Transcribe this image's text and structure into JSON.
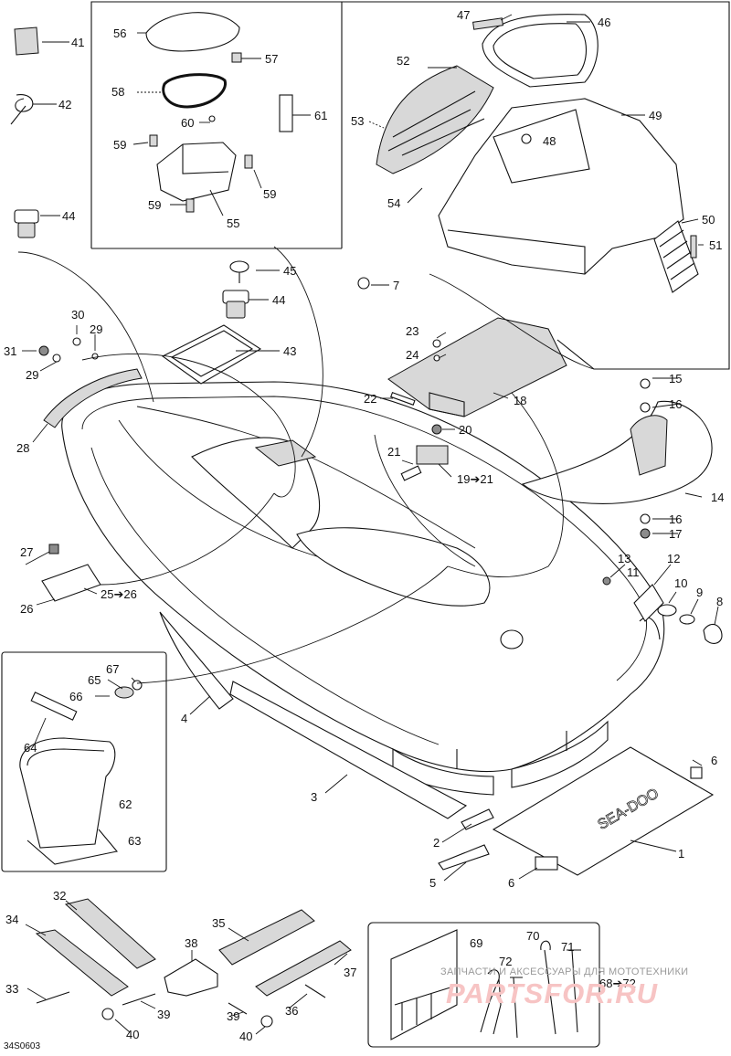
{
  "labels": {
    "n1": "1",
    "n2": "2",
    "n3": "3",
    "n4": "4",
    "n5": "5",
    "n6a": "6",
    "n6b": "6",
    "n7": "7",
    "n8": "8",
    "n9": "9",
    "n10": "10",
    "n11": "11",
    "n12": "12",
    "n13": "13",
    "n14": "14",
    "n15": "15",
    "n16a": "16",
    "n16b": "16",
    "n17": "17",
    "n18": "18",
    "n19to21": "19➔21",
    "n20": "20",
    "n21": "21",
    "n22": "22",
    "n23": "23",
    "n24": "24",
    "n25to26": "25➔26",
    "n26": "26",
    "n27": "27",
    "n28": "28",
    "n29a": "29",
    "n29b": "29",
    "n30": "30",
    "n31": "31",
    "n32": "32",
    "n33": "33",
    "n34": "34",
    "n35": "35",
    "n36": "36",
    "n37": "37",
    "n38": "38",
    "n39a": "39",
    "n39b": "39",
    "n40a": "40",
    "n40b": "40",
    "n41": "41",
    "n42": "42",
    "n43": "43",
    "n44a": "44",
    "n44b": "44",
    "n45": "45",
    "n46": "46",
    "n47": "47",
    "n48": "48",
    "n49": "49",
    "n50": "50",
    "n51": "51",
    "n52": "52",
    "n53": "53",
    "n54": "54",
    "n55": "55",
    "n56": "56",
    "n57": "57",
    "n58": "58",
    "n59a": "59",
    "n59b": "59",
    "n59c": "59",
    "n60": "60",
    "n61": "61",
    "n62": "62",
    "n63": "63",
    "n64": "64",
    "n65": "65",
    "n66": "66",
    "n67": "67",
    "n68to72": "68➔72",
    "n69": "69",
    "n70": "70",
    "n71": "71",
    "n72": "72"
  },
  "drawing_code": "34S0603",
  "watermark_text": "ЗАПЧАСТИ И АКСЕССУАРЫ ДЛЯ МОТОТЕХНИКИ",
  "watermark_brand": "PARTSFOR.RU",
  "hull_decal_text": "SEA-DOO"
}
